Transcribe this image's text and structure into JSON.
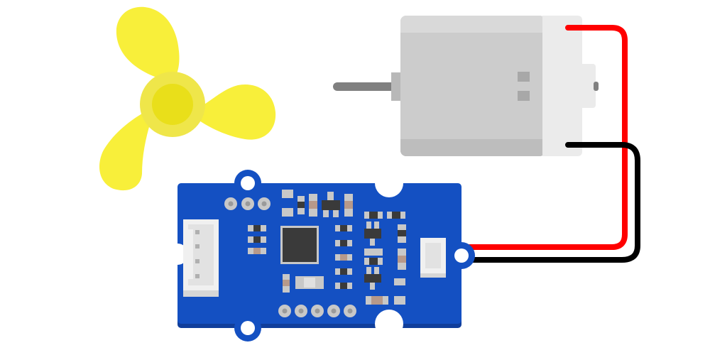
{
  "diagram": {
    "components": [
      {
        "id": "fan",
        "kind": "propeller",
        "blade_count": 3
      },
      {
        "id": "motor",
        "kind": "dc-motor"
      },
      {
        "id": "driver_board",
        "kind": "motor-driver-module"
      }
    ],
    "connections": [
      {
        "from": "motor",
        "to": "driver_board",
        "wire_color": "red"
      },
      {
        "from": "motor",
        "to": "driver_board",
        "wire_color": "black"
      }
    ]
  },
  "colors": {
    "fan_blade": "#F8EF3A",
    "fan_hub_ring": "#EFE64A",
    "fan_hub": "#E9DF1A",
    "motor_body": "#CCCCCC",
    "motor_top_band": "#D9D9D9",
    "motor_bottom_band": "#BDBDBD",
    "motor_end_cap": "#EBEBEB",
    "motor_shaft": "#808080",
    "board_pcb": "#1450C2",
    "board_shadow": "#103E9B",
    "connector_white": "#F0F0F0",
    "chip_dark": "#3A3A3A",
    "pad_silver": "#C8C8C8",
    "resistor_brown": "#B7998A",
    "wire_red": "#FF0000",
    "wire_black": "#000000"
  }
}
